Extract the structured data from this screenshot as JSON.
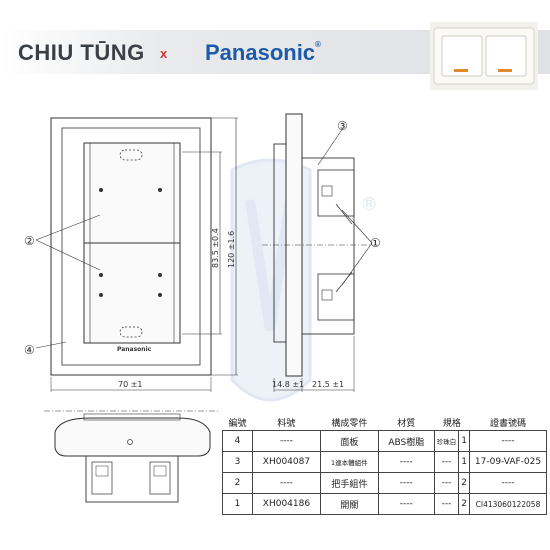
{
  "header": {
    "brand_left": "CHIU TŪNG",
    "separator": "x",
    "brand_right": "Panasonic",
    "brand_right_mark": "®"
  },
  "drawing": {
    "front_view": {
      "plate_logo": "Panasonic",
      "height_inner": "83.5 ±0.4",
      "height_outer": "120 ±1.6",
      "width": "70 ±1",
      "callout_left": "②",
      "callout_plate": "④"
    },
    "side_view": {
      "depth_plate": "14.8 ±1",
      "depth_body": "21.5 ±1",
      "callout_top": "③",
      "callout_right": "①",
      "watermark_mark": "®"
    }
  },
  "table": {
    "headers": [
      "編號",
      "料號",
      "構成零件",
      "材質",
      "規格",
      "證書號碼"
    ],
    "rows": [
      {
        "idx": "4",
        "part": "----",
        "name": "面板",
        "material": "ABS樹脂",
        "spec1": "珍珠白",
        "spec2": "1",
        "cert": "----"
      },
      {
        "idx": "3",
        "part": "XH004087",
        "name": "1連本體組件",
        "material": "----",
        "spec1": "---",
        "spec2": "1",
        "cert": "17-09-VAF-025"
      },
      {
        "idx": "2",
        "part": "----",
        "name": "把手組件",
        "material": "----",
        "spec1": "---",
        "spec2": "2",
        "cert": "----"
      },
      {
        "idx": "1",
        "part": "XH004186",
        "name": "開關",
        "material": "----",
        "spec1": "---",
        "spec2": "2",
        "cert": "CI413060122058"
      }
    ]
  },
  "colors": {
    "brand_blue": "#1d5aa8",
    "brand_grey": "#3b3f46",
    "accent_red": "#c33",
    "line": "#333333",
    "watermark": "#c9d6ea"
  }
}
